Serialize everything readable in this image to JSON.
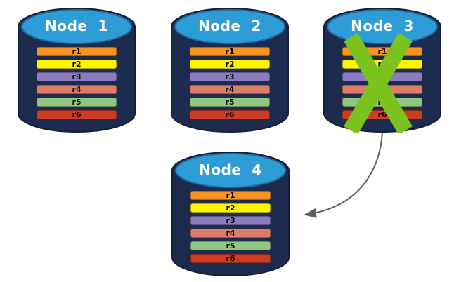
{
  "diagram": {
    "background": "#FFFFFF",
    "colors": {
      "cylinder_body": "#1C2B4E",
      "cylinder_outline": "#12203C",
      "cylinder_top": "#2E9CD6",
      "cylinder_top_outline": "#1C6EA4",
      "node_title_color": "#FFFFFF",
      "row_label_color": "#000000",
      "failure_x_color": "#7CC21E",
      "arrow_color": "#5E5E5E"
    },
    "rows": [
      {
        "label": "r1",
        "color": "#F7941E"
      },
      {
        "label": "r2",
        "color": "#FEF400"
      },
      {
        "label": "r3",
        "color": "#8C7BC0"
      },
      {
        "label": "r4",
        "color": "#DE7C66"
      },
      {
        "label": "r5",
        "color": "#92C67F"
      },
      {
        "label": "r6",
        "color": "#CC3B24"
      }
    ],
    "nodes": [
      {
        "title": "Node  1",
        "failed": false
      },
      {
        "title": "Node  2",
        "failed": false
      },
      {
        "title": "Node  3",
        "failed": true
      },
      {
        "title": "Node  4",
        "failed": false
      }
    ]
  }
}
